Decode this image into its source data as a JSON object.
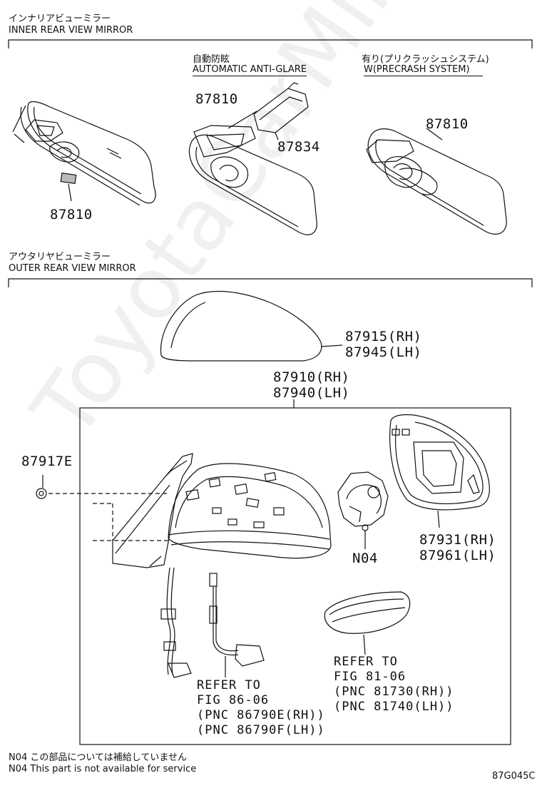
{
  "inner_section": {
    "title_jp": "インナリアビューミラー",
    "title_en": "INNER REAR VIEW MIRROR"
  },
  "anti_glare": {
    "label_jp": "自動防眩",
    "label_en": "AUTOMATIC ANTI-GLARE"
  },
  "precrash": {
    "label_jp": "有り(プリクラッシュシステム)",
    "label_en": "W(PRECRASH SYSTEM)"
  },
  "outer_section": {
    "title_jp": "アウタリヤビューミラー",
    "title_en": "OUTER REAR VIEW MIRROR"
  },
  "parts": {
    "p87810_a": "87810",
    "p87810_b": "87810",
    "p87810_c": "87810",
    "p87834": "87834",
    "p87915": "87915(RH)",
    "p87945": "87945(LH)",
    "p87910": "87910(RH)",
    "p87940": "87940(LH)",
    "p87917e": "87917E",
    "pn04": "N04",
    "p87931": "87931(RH)",
    "p87961": "87961(LH)"
  },
  "ref_signal": {
    "line1": "REFER TO",
    "line2": "FIG 81-06",
    "line3": "(PNC 81730(RH))",
    "line4": "(PNC 81740(LH))"
  },
  "ref_wire": {
    "line1": "REFER TO",
    "line2": "FIG 86-06",
    "line3": "(PNC 86790E(RH))",
    "line4": "(PNC 86790F(LH))"
  },
  "footnote": {
    "jp": "N04 この部品については補給していません",
    "en": "N04 This part is not available for service"
  },
  "figure_code": "87G045C",
  "watermark": "ToyotaCarMine.ru"
}
